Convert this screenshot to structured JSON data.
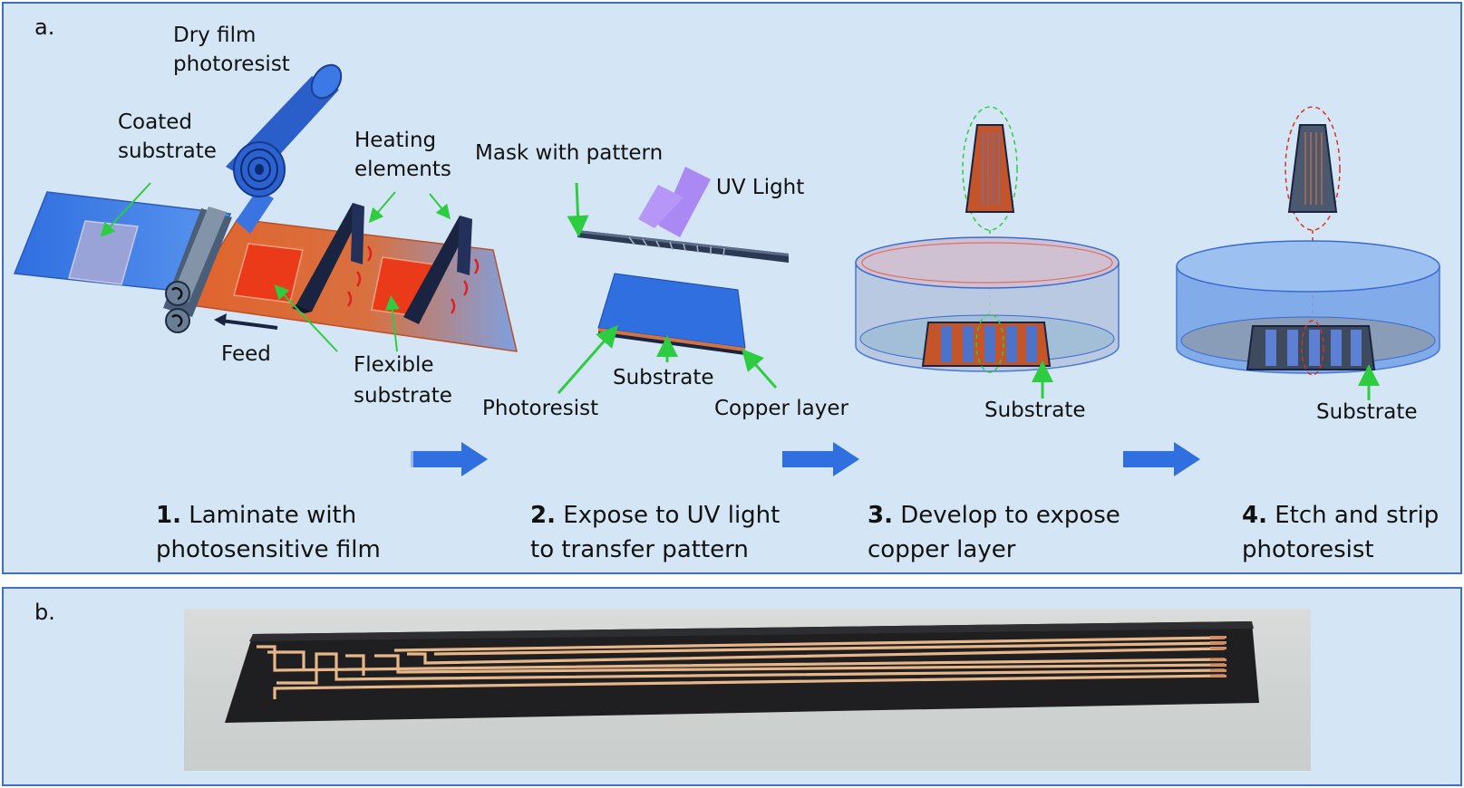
{
  "panel_a": {
    "letter": "a.",
    "labels": {
      "dry_film": "Dry film",
      "photoresist_top": "photoresist",
      "coated": "Coated",
      "substrate_coated": "substrate",
      "heating": "Heating",
      "elements": "elements",
      "feed": "Feed",
      "flexible": "Flexible",
      "substrate_flexible": "substrate",
      "mask": "Mask with pattern",
      "uv": "UV Light",
      "substrate_2": "Substrate",
      "photoresist_2": "Photoresist",
      "copper": "Copper layer",
      "substrate_3": "Substrate",
      "substrate_4": "Substrate"
    },
    "steps": [
      {
        "num": "1.",
        "line1": "Laminate with",
        "line2": "photosensitive film"
      },
      {
        "num": "2.",
        "line1": "Expose to UV light",
        "line2": "to transfer pattern"
      },
      {
        "num": "3.",
        "line1": "Develop to expose",
        "line2": "copper layer"
      },
      {
        "num": "4.",
        "line1": "Etch and strip",
        "line2": "photoresist"
      }
    ],
    "colors": {
      "arrow_blue": "#2f6fe0",
      "pointer_green": "#2ecc40",
      "copper": "#c4542a",
      "film_blue": "#3b7de8",
      "highlight_red": "#d9301f"
    }
  },
  "panel_b": {
    "letter": "b."
  }
}
